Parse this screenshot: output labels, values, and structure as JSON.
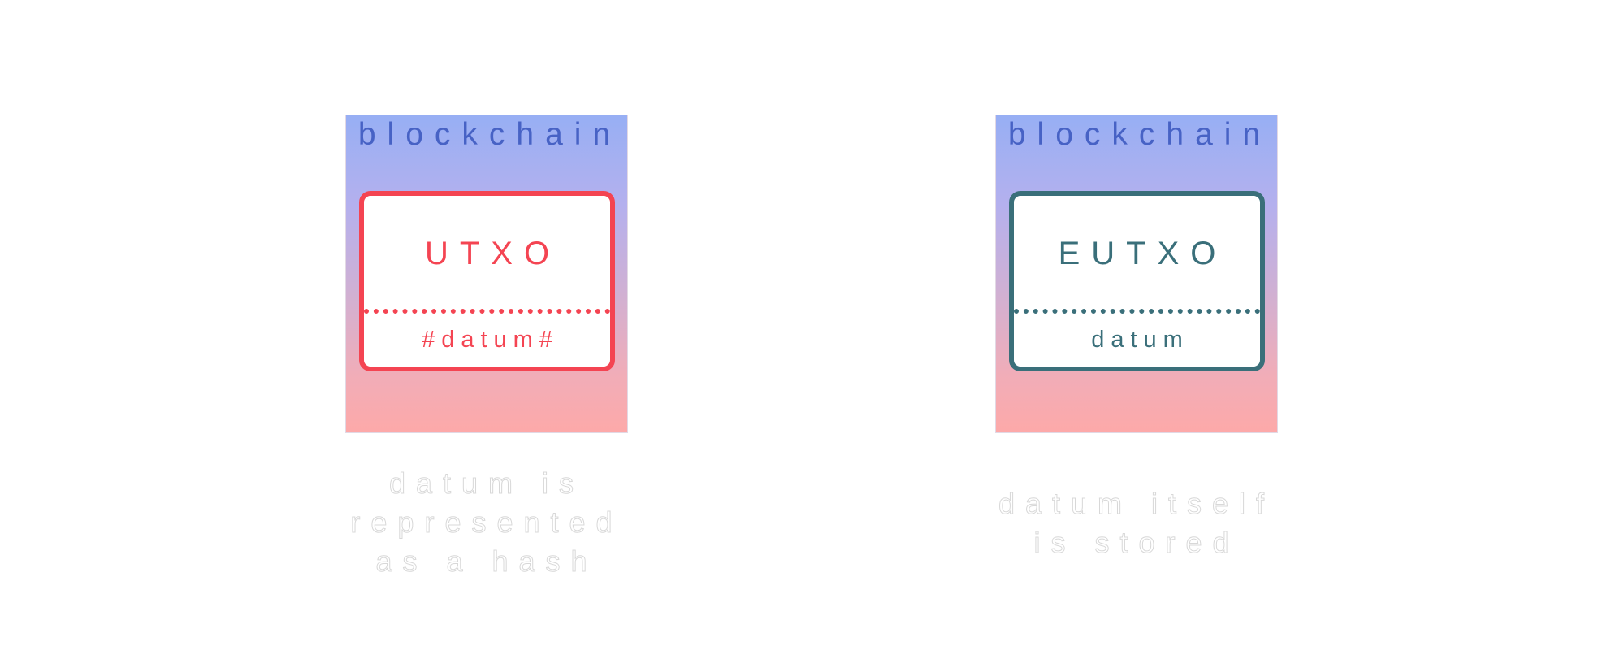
{
  "left": {
    "panel_title": "blockchain",
    "card_title": "UTXO",
    "card_sub": "#datum#",
    "caption": "datum is\nrepresented\nas a hash",
    "accent_color": "#f44452"
  },
  "right": {
    "panel_title": "blockchain",
    "card_title": "EUTXO",
    "card_sub": "datum",
    "caption": "datum itself\nis stored",
    "accent_color": "#3a6f7a"
  },
  "colors": {
    "panel_title": "#4762c5",
    "panel_gradient_top": "#97aff4",
    "panel_gradient_bottom": "#fda9a9"
  }
}
